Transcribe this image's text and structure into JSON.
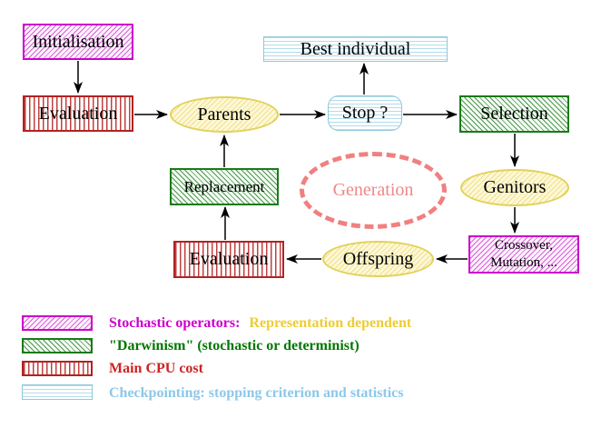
{
  "diagram": {
    "nodes": {
      "initialisation": {
        "label": "Initialisation"
      },
      "evaluation_top": {
        "label": "Evaluation"
      },
      "parents": {
        "label": "Parents"
      },
      "stop": {
        "label": "Stop ?"
      },
      "best_individual": {
        "label": "Best individual"
      },
      "selection": {
        "label": "Selection"
      },
      "genitors": {
        "label": "Genitors"
      },
      "crossover": {
        "line1": "Crossover,",
        "line2": "Mutation, ..."
      },
      "offspring": {
        "label": "Offspring"
      },
      "evaluation_bottom": {
        "label": "Evaluation"
      },
      "replacement": {
        "label": "Replacement"
      },
      "generation": {
        "label": "Generation"
      }
    },
    "legend": {
      "items": [
        {
          "swatch": "magenta-hatch",
          "label": "Stochastic operators:",
          "label_secondary": "Representation dependent"
        },
        {
          "swatch": "green-hatch",
          "label": "\"Darwinism\" (stochastic or determinist)"
        },
        {
          "swatch": "red-stripes",
          "label": "Main CPU cost"
        },
        {
          "swatch": "cyan-stripes",
          "label": "Checkpointing: stopping criterion and statistics"
        }
      ]
    },
    "colors": {
      "stochastic_magenta": "#cc00cc",
      "darwinism_green": "#1a7a1a",
      "cpu_red": "#b22222",
      "checkpoint_cyan": "#a8d4e8",
      "node_yellow": "#e2d159",
      "generation_salmon": "#f08080",
      "representation_gold": "#eecc33",
      "arrow_black": "#000000"
    }
  }
}
